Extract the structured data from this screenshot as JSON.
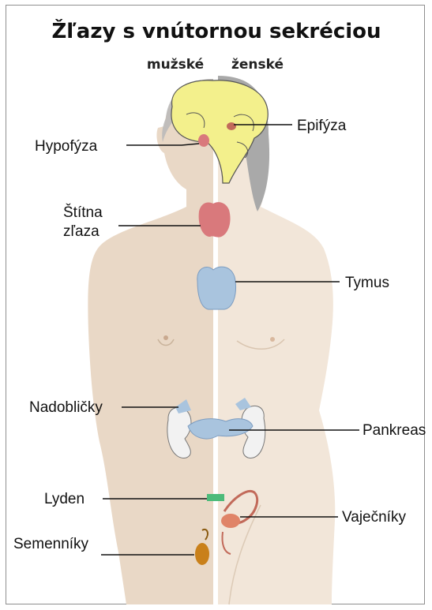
{
  "title": "Žľazy s vnútornou sekréciou",
  "columns": {
    "male": "mužské",
    "female": "ženské"
  },
  "labels": {
    "epifyza": "Epifýza",
    "hypofyza": "Hypofýza",
    "stitna_line1": "Štítna",
    "stitna_line2": "zľaza",
    "tymus": "Tymus",
    "nadoblicky": "Nadobličky",
    "pankreas": "Pankreas",
    "lyden": "Lyden",
    "vajecniky": "Vaječníky",
    "semenniky": "Semenníky"
  },
  "colors": {
    "male_skin": "#e9d8c6",
    "female_skin": "#f2e6d9",
    "male_hair": "#b9b9b9",
    "female_hair": "#a9a9a9",
    "brain": "#f3f08c",
    "thyroid": "#d9797c",
    "thymus": "#a9c4de",
    "kidney": "#f2f2f2",
    "gonad": "#c9801a",
    "ovary": "#e08468",
    "lyden": "#4cbb7a"
  }
}
